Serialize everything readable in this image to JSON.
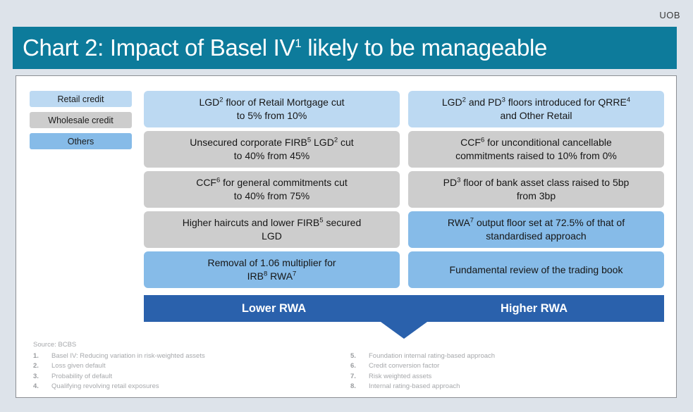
{
  "brand": "UOB",
  "title": {
    "prefix": "Chart 2: Impact of Basel IV",
    "superscript": "1",
    "suffix": " likely to be manageable"
  },
  "legend": {
    "items": [
      {
        "label": "Retail credit",
        "color": "#bcd9f2"
      },
      {
        "label": "Wholesale credit",
        "color": "#cdcdcd"
      },
      {
        "label": "Others",
        "color": "#86bbe8"
      }
    ]
  },
  "left_column": [
    {
      "category": "retail",
      "line1_a": "LGD",
      "line1_sup": "2",
      "line1_b": " floor of Retail Mortgage cut",
      "line2": "to 5% from 10%"
    },
    {
      "category": "wholesale",
      "line1_a": "Unsecured corporate FIRB",
      "line1_sup": "5",
      "line1_b": " LGD",
      "line1_sup2": "2",
      "line1_c": " cut",
      "line2": "to 40% from 45%"
    },
    {
      "category": "wholesale",
      "line1_a": "CCF",
      "line1_sup": "6",
      "line1_b": " for general commitments cut",
      "line2": "to 40% from 75%"
    },
    {
      "category": "wholesale",
      "line1_a": "Higher haircuts and lower FIRB",
      "line1_sup": "5",
      "line1_b": " secured",
      "line2": "LGD"
    },
    {
      "category": "others",
      "line1_a": "Removal of 1.06 multiplier for",
      "line1_sup": "",
      "line1_b": "",
      "line2_a": "IRB",
      "line2_sup": "8",
      "line2_b": " RWA",
      "line2_sup2": "7"
    }
  ],
  "right_column": [
    {
      "category": "retail",
      "line1_a": "LGD",
      "line1_sup": "2",
      "line1_b": " and PD",
      "line1_sup2": "3",
      "line1_c": " floors introduced for QRRE",
      "line1_sup3": "4",
      "line2": "and Other Retail"
    },
    {
      "category": "wholesale",
      "line1_a": "CCF",
      "line1_sup": "6",
      "line1_b": " for unconditional cancellable",
      "line2": "commitments raised to 10% from 0%"
    },
    {
      "category": "wholesale",
      "line1_a": "PD",
      "line1_sup": "3",
      "line1_b": " floor of bank asset class raised to 5bp",
      "line2": "from 3bp"
    },
    {
      "category": "others",
      "line1_a": "RWA",
      "line1_sup": "7",
      "line1_b": " output floor set at 72.5% of that of",
      "line2": "standardised approach"
    },
    {
      "category": "others",
      "line1_a": "Fundamental review of the trading book",
      "line1_sup": "",
      "line1_b": "",
      "line2": ""
    }
  ],
  "rwa_bar": {
    "left_label": "Lower RWA",
    "right_label": "Higher RWA",
    "color": "#2a61ac"
  },
  "footnotes": {
    "source": "Source: BCBS",
    "left": [
      {
        "num": "1.",
        "text": "Basel IV: Reducing variation in risk-weighted assets"
      },
      {
        "num": "2.",
        "text": "Loss given default"
      },
      {
        "num": "3.",
        "text": "Probability of default"
      },
      {
        "num": "4.",
        "text": "Qualifying revolving retail exposures"
      }
    ],
    "right": [
      {
        "num": "5.",
        "text": "Foundation internal rating-based approach"
      },
      {
        "num": "6.",
        "text": "Credit conversion factor"
      },
      {
        "num": "7.",
        "text": "Risk weighted assets"
      },
      {
        "num": "8.",
        "text": "Internal rating-based approach"
      }
    ]
  },
  "colors": {
    "page_background": "#dde3ea",
    "title_bar": "#0d7b9b",
    "retail": "#bcd9f2",
    "wholesale": "#cdcdcd",
    "others": "#86bbe8",
    "rwa_bar": "#2a61ac",
    "panel": "#ffffff"
  }
}
